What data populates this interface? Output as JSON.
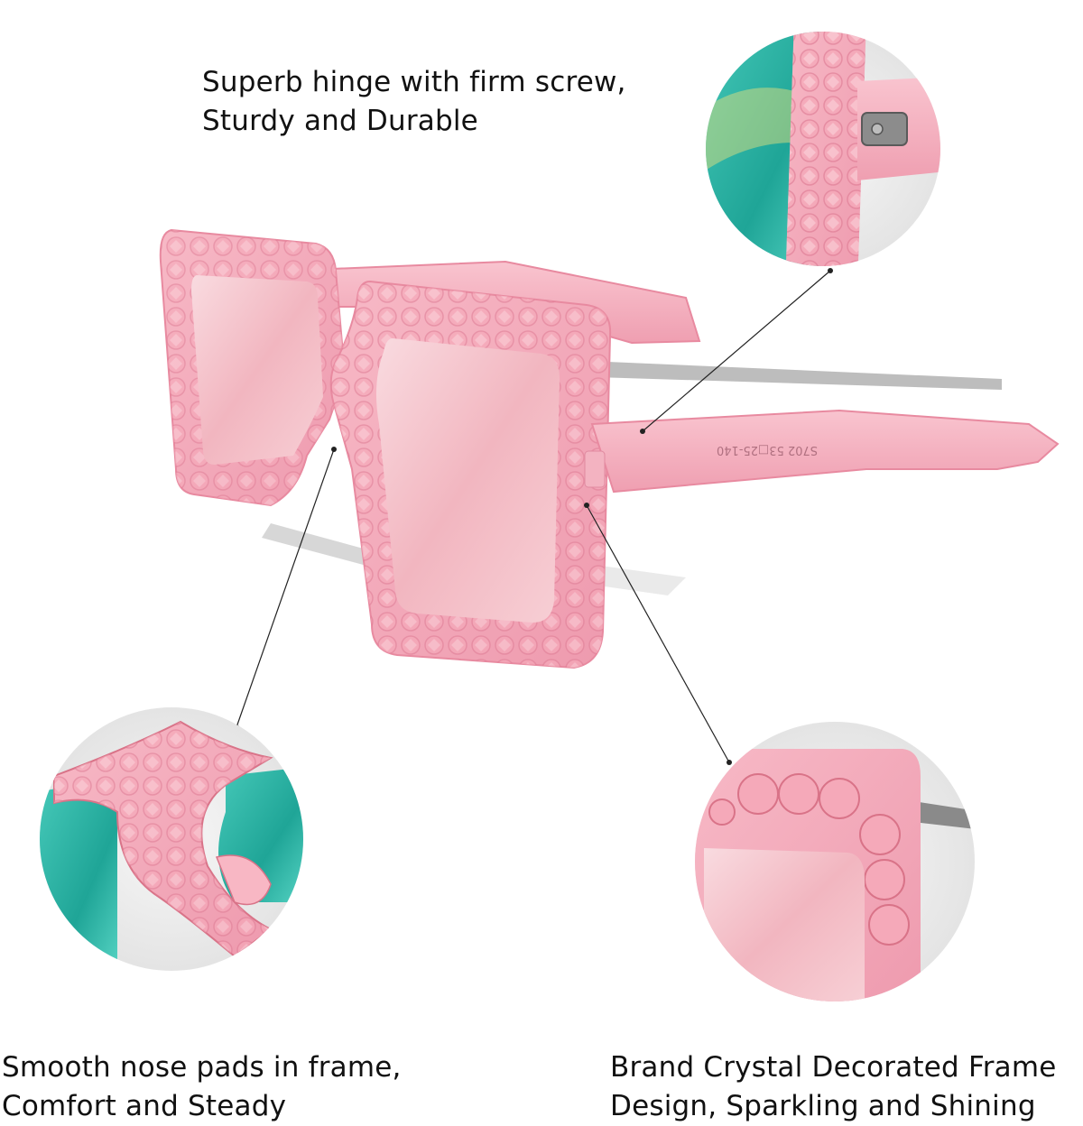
{
  "captions": {
    "hinge": {
      "line1": "Superb hinge with firm screw,",
      "line2": "Sturdy and Durable"
    },
    "nose_pads": {
      "line1": "Smooth nose pads in frame,",
      "line2": "Comfort and Steady"
    },
    "crystal": {
      "line1": "Brand Crystal Decorated Frame",
      "line2": "Design, Sparkling and Shining"
    }
  },
  "temple_print": "S702 53□25-140",
  "colors": {
    "frame_pink": "#f4a9b8",
    "frame_pink_dark": "#e88aa0",
    "lens_pink": "#f6c9cf",
    "mirror_teal": "#2fb7a8",
    "hinge_metal": "#8c8c8c",
    "shadow_grey": "#9a9a9a"
  }
}
